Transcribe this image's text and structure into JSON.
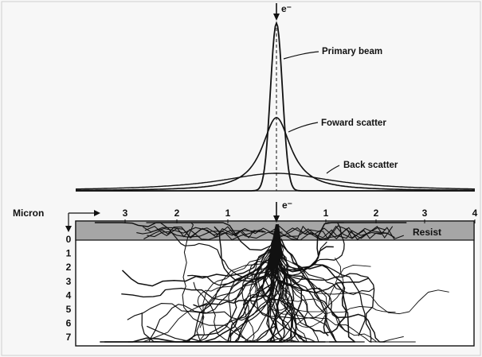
{
  "labels": {
    "electron_top": "e⁻",
    "electron_bottom": "e⁻",
    "primary_beam": "Primary beam",
    "forward_scatter": "Foward scatter",
    "back_scatter": "Back scatter",
    "micron": "Micron",
    "resist": "Resist"
  },
  "x_ticks": [
    "3",
    "2",
    "1",
    "1",
    "2",
    "3",
    "4"
  ],
  "depth_ticks": [
    "0",
    "1",
    "2",
    "3",
    "4",
    "5",
    "6",
    "7"
  ],
  "colors": {
    "background": "#f7f7f7",
    "resist_band": "#a6a6a6",
    "ink": "#111111"
  }
}
